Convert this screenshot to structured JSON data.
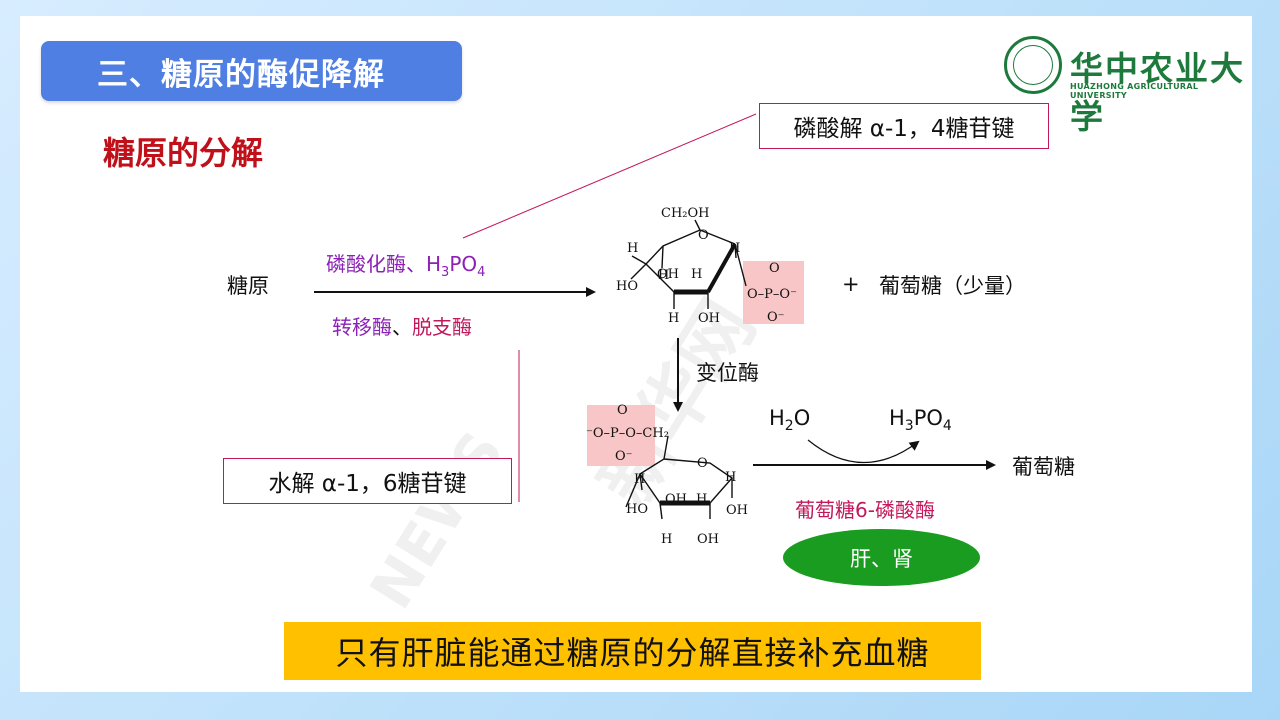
{
  "title": "三、糖原的酶促降解",
  "logo": {
    "name": "华中农业大学",
    "subtitle": "HUAZHONG  AGRICULTURAL  UNIVERSITY"
  },
  "watermark": {
    "text": "新华网",
    "sub": "NEWS"
  },
  "heading": "糖原的分解",
  "callouts": {
    "phosphorolysis": "磷酸解 α-1，4糖苷键",
    "hydrolysis": "水解 α-1，6糖苷键"
  },
  "reaction": {
    "substrate": "糖原",
    "enzymes_top": {
      "main": "磷酸化酶、H",
      "sub": "3",
      "tail": "PO",
      "sub2": "4"
    },
    "enzymes_bottom": {
      "part1": "转移酶",
      "sep": "、",
      "part2": "脱支酶"
    },
    "plus": "+",
    "byproduct": "葡萄糖（少量）",
    "mutase": "变位酶",
    "water": {
      "main": "H",
      "sub": "2",
      "tail": "O"
    },
    "phosphate": {
      "main": "H",
      "sub": "3",
      "tail": "PO",
      "sub2": "4"
    },
    "product": "葡萄糖",
    "phosphatase": "葡萄糖6-磷酸酶",
    "organs": "肝、肾"
  },
  "structures": {
    "g1p": {
      "ch2oh": "CH₂OH",
      "ring_o": "O",
      "h": "H",
      "oh": "OH",
      "ho": "HO",
      "phosphate": "O–P–O⁻",
      "p_o_top": "O",
      "p_o_bottom": "O⁻"
    },
    "g6p": {
      "phosphate": "⁻O–P–O–CH₂",
      "p_o_top": "O",
      "p_o_bottom": "O⁻",
      "ring_o": "O",
      "h": "H",
      "oh": "OH",
      "ho": "HO"
    }
  },
  "conclusion": "只有肝脏能通过糖原的分解直接补充血糖",
  "colors": {
    "title_bar": "#4f7fe2",
    "heading": "#c0101a",
    "enzyme_purple": "#8b21b5",
    "callout_border": "#c2185b",
    "phosphate_highlight": "#f8c6c6",
    "organ_oval": "#1a9c20",
    "banner": "#ffc000",
    "logo": "#1e7a3c"
  }
}
